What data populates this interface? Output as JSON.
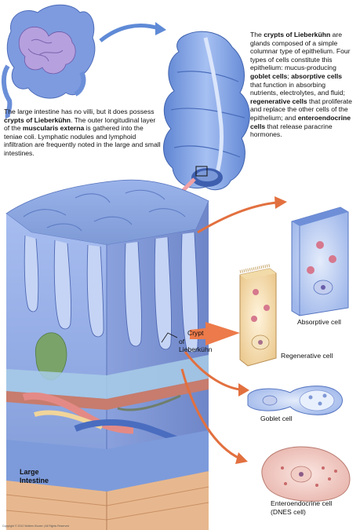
{
  "intro_text": {
    "p1": "The large intestine has no villi, but it does possess ",
    "b1": "crypts of Lieberkühn",
    "p2": ". The outer longitudinal layer of the ",
    "b2": "muscularis externa",
    "p3": " is gathered into the teniae coli. Lymphatic nodules and lymphoid infiltration are frequently noted in the large and small intestines."
  },
  "crypts_text": {
    "p1": "The ",
    "b1": "crypts of Lieberkühn",
    "p2": " are glands composed of a simple columnar type of epithelium. Four types of cells constitute this epithelium: mucus-producing ",
    "b2": "goblet cells",
    "p3": "; ",
    "b3": "absorptive cells",
    "p4": " that function in absorbing nutrients, electrolytes, and fluid; ",
    "b4": "regenerative cells",
    "p5": " that proliferate and replace the other cells of the epithelium; and ",
    "b5": "enteroendocrine cells",
    "p6": " that release paracrine hormones."
  },
  "labels": {
    "crypt_line1": "Crypt",
    "crypt_line2": "of",
    "crypt_line3": "Lieberkühn",
    "absorptive": "Absorptive cell",
    "regenerative": "Regenerative cell",
    "goblet": "Goblet cell",
    "entero_line1": "Enteroendocrine cell",
    "entero_line2": "(DNES cell)",
    "large_intestine_line1": "Large",
    "large_intestine_line2": "Intestine"
  },
  "copyright": "Copyright © 2012 Wolters Kluwer | All Rights Reserved",
  "colors": {
    "tissue_blue": "#8fa9e0",
    "tissue_light": "#b9c9ef",
    "arrow_orange": "#e2703f",
    "muscle_tan": "#e7b88f",
    "colon_blue": "#6f93d8"
  }
}
